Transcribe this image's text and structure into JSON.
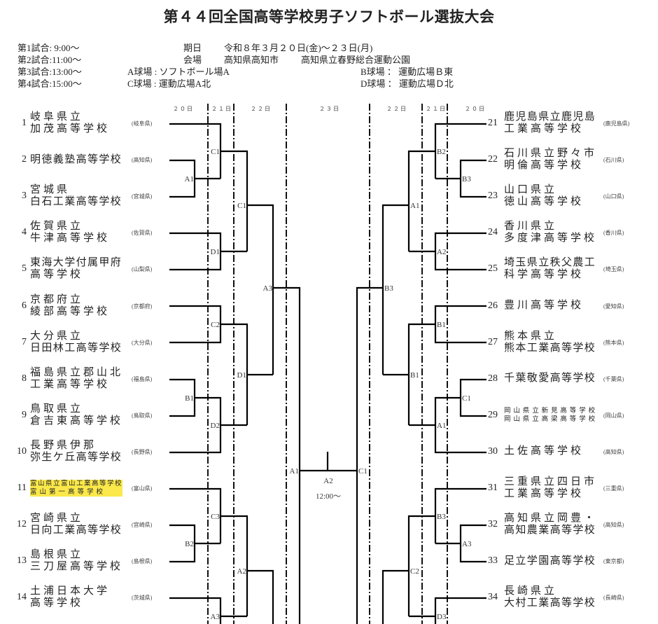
{
  "title": "第４４回全国高等学校男子ソフトボール選抜大会",
  "schedule": [
    "第1試合: 9:00～",
    "第2試合:11:00～",
    "第3試合:13:00～",
    "第4試合:15:00～"
  ],
  "dates": {
    "label": "期日",
    "value": "令和８年３月２０日(金)～２３日(月)"
  },
  "venue": {
    "label": "会場",
    "city": "高知県高知市",
    "park": "高知県立春野総合運動公園"
  },
  "fields": {
    "a": "A球場 : ソフトボール場A",
    "b": "B球場 ： 運動広場Ｂ東",
    "c": "C球場 : 運動広場A北",
    "d": "D球場 ： 運動広場Ｄ北"
  },
  "days": {
    "left": [
      "２０日",
      "２１日",
      "２２日"
    ],
    "center": "２３日",
    "right": [
      "２２日",
      "２１日",
      "２０日"
    ]
  },
  "left_teams": [
    {
      "no": "1",
      "lines": [
        "岐阜県立",
        "加茂高等学校"
      ],
      "pref": "(岐阜県)"
    },
    {
      "no": "2",
      "lines": [
        "明徳義塾高等学校"
      ],
      "pref": "(高知県)"
    },
    {
      "no": "3",
      "lines": [
        "宮城県",
        "白石工業高等学校"
      ],
      "pref": "(宮城県)"
    },
    {
      "no": "4",
      "lines": [
        "佐賀県立",
        "牛津高等学校"
      ],
      "pref": "(佐賀県)"
    },
    {
      "no": "5",
      "lines": [
        "東海大学付属甲府",
        "高等学校"
      ],
      "pref": "(山梨県)"
    },
    {
      "no": "6",
      "lines": [
        "京都府立",
        "綾部高等学校"
      ],
      "pref": "(京都府)"
    },
    {
      "no": "7",
      "lines": [
        "大分県立",
        "日田林工高等学校"
      ],
      "pref": "(大分県)"
    },
    {
      "no": "8",
      "lines": [
        "福島県立郡山北",
        "工業高等学校"
      ],
      "pref": "(福島県)"
    },
    {
      "no": "9",
      "lines": [
        "鳥取県立",
        "倉吉東高等学校"
      ],
      "pref": "(鳥取県)"
    },
    {
      "no": "10",
      "lines": [
        "長野県伊那",
        "弥生ケ丘高等学校"
      ],
      "pref": "(長野県)"
    },
    {
      "no": "11",
      "lines": [
        "富山県立富山工業高等学校",
        "富山第一高等学校"
      ],
      "pref": "(富山県)",
      "small": true,
      "highlight": true
    },
    {
      "no": "12",
      "lines": [
        "宮崎県立",
        "日向工業高等学校"
      ],
      "pref": "(宮崎県)"
    },
    {
      "no": "13",
      "lines": [
        "島根県立",
        "三刀屋高等学校"
      ],
      "pref": "(島根県)"
    },
    {
      "no": "14",
      "lines": [
        "土浦日本大学",
        "高等学校"
      ],
      "pref": "(茨城県)"
    }
  ],
  "right_teams": [
    {
      "no": "21",
      "lines": [
        "鹿児島県立鹿児島",
        "工業高等学校"
      ],
      "pref": "(鹿児島県)"
    },
    {
      "no": "22",
      "lines": [
        "石川県立野々市",
        "明倫高等学校"
      ],
      "pref": "(石川県)"
    },
    {
      "no": "23",
      "lines": [
        "山口県立",
        "徳山高等学校"
      ],
      "pref": "(山口県)"
    },
    {
      "no": "24",
      "lines": [
        "香川県立",
        "多度津高等学校"
      ],
      "pref": "(香川県)"
    },
    {
      "no": "25",
      "lines": [
        "埼玉県立秩父農工",
        "科学高等学校"
      ],
      "pref": "(埼玉県)"
    },
    {
      "no": "26",
      "lines": [
        "豊川高等学校"
      ],
      "pref": "(愛知県)"
    },
    {
      "no": "27",
      "lines": [
        "熊本県立",
        "熊本工業高等学校"
      ],
      "pref": "(熊本県)"
    },
    {
      "no": "28",
      "lines": [
        "千葉敬愛高等学校"
      ],
      "pref": "(千葉県)"
    },
    {
      "no": "29",
      "lines": [
        "岡山県立新見高等学校",
        "岡山県立高梁高等学校"
      ],
      "pref": "(岡山県)",
      "small": true
    },
    {
      "no": "30",
      "lines": [
        "土佐高等学校"
      ],
      "pref": "(高知県)"
    },
    {
      "no": "31",
      "lines": [
        "三重県立四日市",
        "工業高等学校"
      ],
      "pref": "(三重県)"
    },
    {
      "no": "32",
      "lines": [
        "高知県立岡豊・",
        "高知農業高等学校"
      ],
      "pref": "(高知県)"
    },
    {
      "no": "33",
      "lines": [
        "足立学園高等学校"
      ],
      "pref": "(東京都)"
    },
    {
      "no": "34",
      "lines": [
        "長崎県立",
        "大村工業高等学校"
      ],
      "pref": "(長崎県)"
    }
  ],
  "left_matches": [
    "A1",
    "C1",
    "D1",
    "C1",
    "C2",
    "B1",
    "D2",
    "D1",
    "A3",
    "C3",
    "B2",
    "A3",
    "A2",
    "A1"
  ],
  "right_matches": [
    "B3",
    "B2",
    "A2",
    "A1",
    "B1",
    "C1",
    "A1",
    "B1",
    "B3",
    "A3",
    "B3",
    "D3",
    "C2",
    "C1"
  ],
  "final": {
    "match": "A2",
    "time": "12:00～"
  }
}
